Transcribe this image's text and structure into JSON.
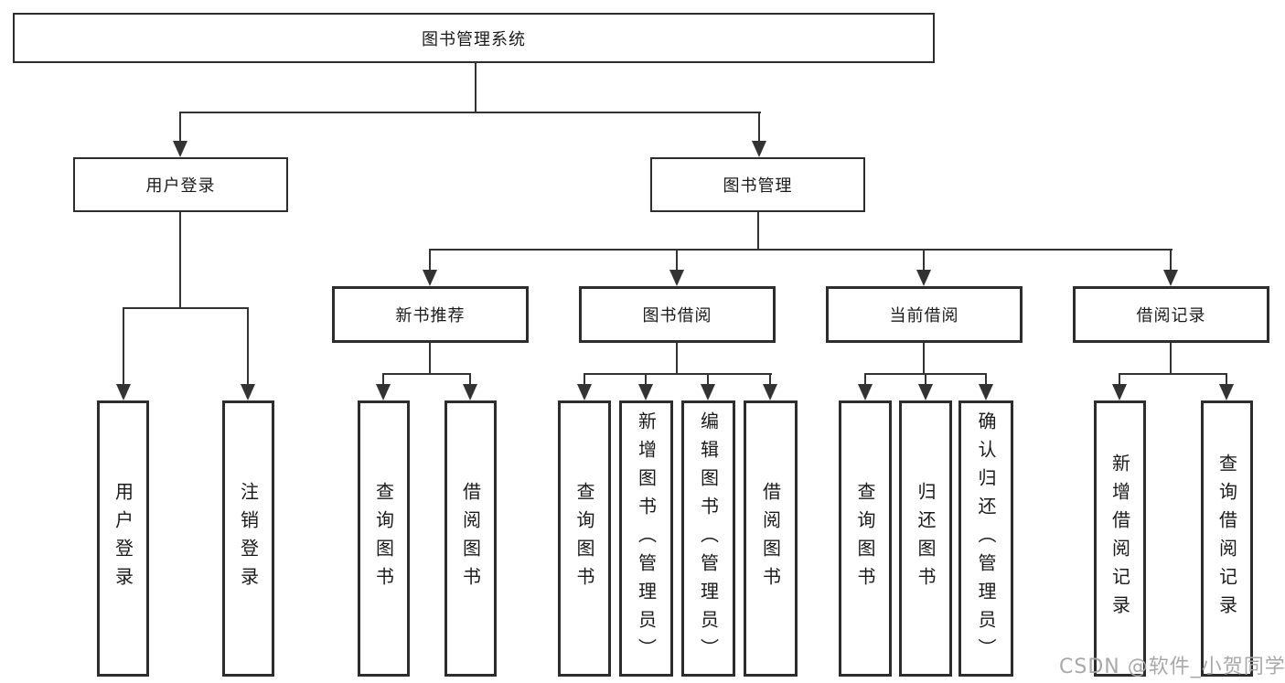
{
  "diagram": {
    "root": {
      "label": "图书管理系统"
    },
    "branches": [
      {
        "label": "用户登录",
        "children": [
          {
            "label": "用户登录"
          },
          {
            "label": "注销登录"
          }
        ]
      },
      {
        "label": "图书管理",
        "children": [
          {
            "label": "新书推荐",
            "children": [
              {
                "label": "查询图书"
              },
              {
                "label": "借阅图书"
              }
            ]
          },
          {
            "label": "图书借阅",
            "children": [
              {
                "label": "查询图书"
              },
              {
                "label": "新增图书（管理员）"
              },
              {
                "label": "编辑图书（管理员）"
              },
              {
                "label": "借阅图书"
              }
            ]
          },
          {
            "label": "当前借阅",
            "children": [
              {
                "label": "查询图书"
              },
              {
                "label": "归还图书"
              },
              {
                "label": "确认归还（管理员）"
              }
            ]
          },
          {
            "label": "借阅记录",
            "children": [
              {
                "label": "新增借阅记录"
              },
              {
                "label": "查询借阅记录"
              }
            ]
          }
        ]
      }
    ],
    "watermark": "CSDN @软件_小贺同学",
    "colors": {
      "line": "#333333",
      "border": "#2d2d2d",
      "text": "#1a1a1a",
      "watermark": "#a9a9a9",
      "background": "#ffffff"
    }
  }
}
